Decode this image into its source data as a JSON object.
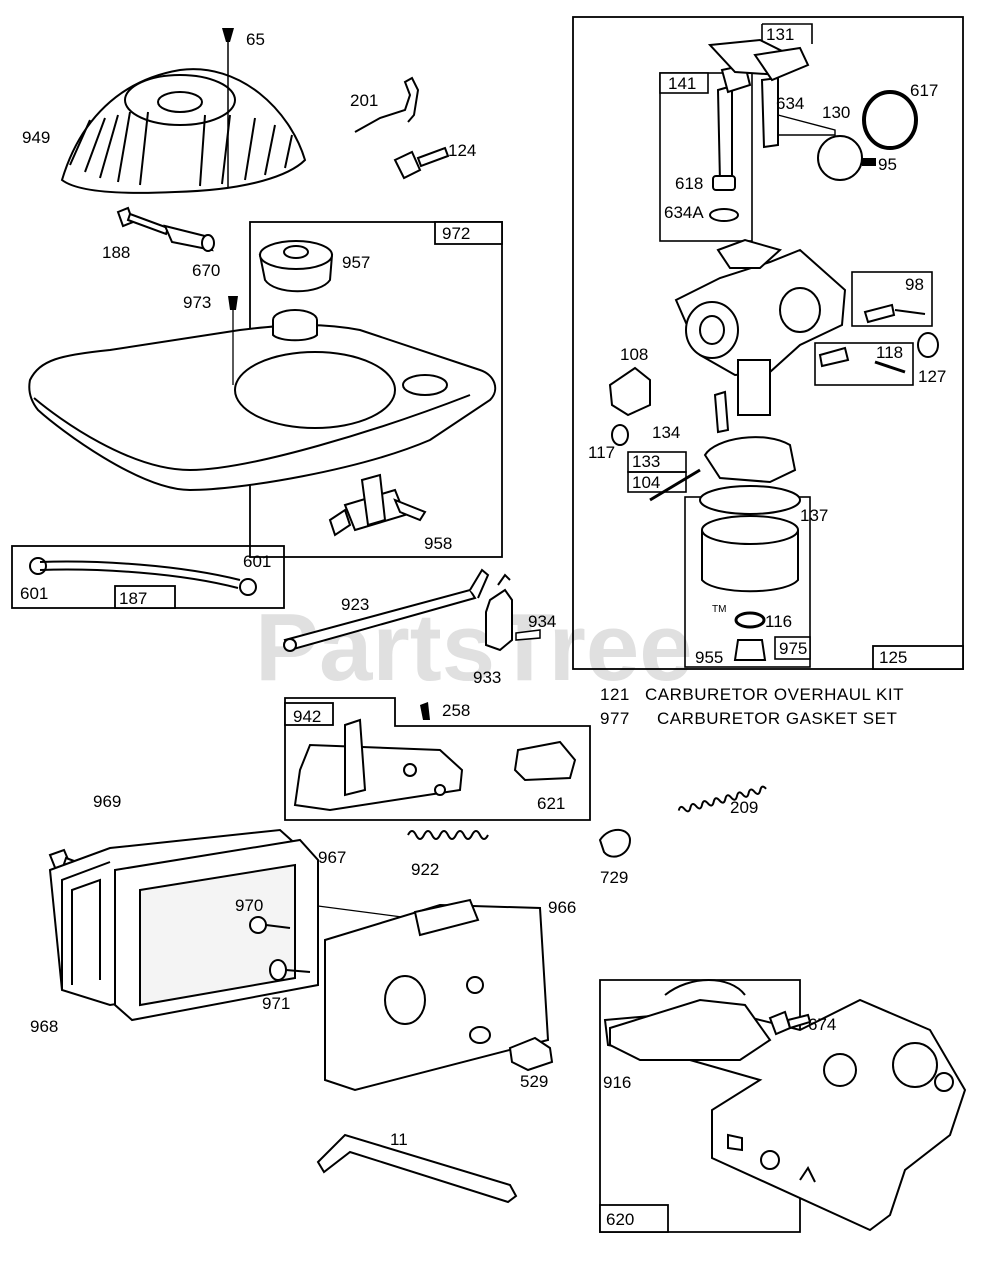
{
  "watermark": "PartsTree",
  "watermark_tm": "TM",
  "parts": {
    "p65": "65",
    "p949": "949",
    "p201": "201",
    "p124": "124",
    "p188": "188",
    "p670": "670",
    "p972": "972",
    "p957": "957",
    "p973": "973",
    "p958": "958",
    "p601a": "601",
    "p601b": "601",
    "p187": "187",
    "p923": "923",
    "p934": "934",
    "p933": "933",
    "p942": "942",
    "p258": "258",
    "p621": "621",
    "p922": "922",
    "p969": "969",
    "p967": "967",
    "p970": "970",
    "p971": "971",
    "p968": "968",
    "p966": "966",
    "p529": "529",
    "p11": "11",
    "p209": "209",
    "p729": "729",
    "p620": "620",
    "p916": "916",
    "p674": "674",
    "p131": "131",
    "p141": "141",
    "p634": "634",
    "p130": "130",
    "p617": "617",
    "p95": "95",
    "p618": "618",
    "p634a": "634A",
    "p98": "98",
    "p118": "118",
    "p127": "127",
    "p108": "108",
    "p134": "134",
    "p117": "117",
    "p133": "133",
    "p104": "104",
    "p137": "137",
    "p116": "116",
    "p955": "955",
    "p975": "975",
    "p125": "125"
  },
  "notes": {
    "n121_num": "121",
    "n121_text": "CARBURETOR OVERHAUL KIT",
    "n977_num": "977",
    "n977_text": "CARBURETOR GASKET SET"
  }
}
